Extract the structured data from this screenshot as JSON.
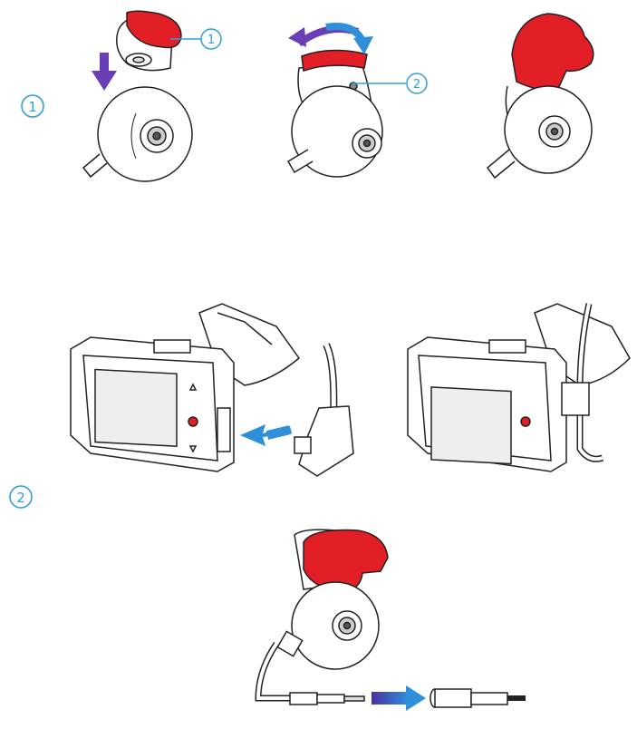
{
  "steps": [
    {
      "label": "1"
    },
    {
      "label": "2"
    }
  ],
  "callouts": [
    {
      "label": "1"
    },
    {
      "label": "2"
    }
  ],
  "colors": {
    "adhesive": "#e21e26",
    "step_circle": "#2f9fd8",
    "arrow_purple": "#6a3fb5",
    "arrow_blue": "#2f8fd8",
    "line": "#222222"
  },
  "icons": [
    "down-arrow-icon",
    "rotate-arrow-icon",
    "right-arrow-icon",
    "gradient-arrow-icon"
  ]
}
